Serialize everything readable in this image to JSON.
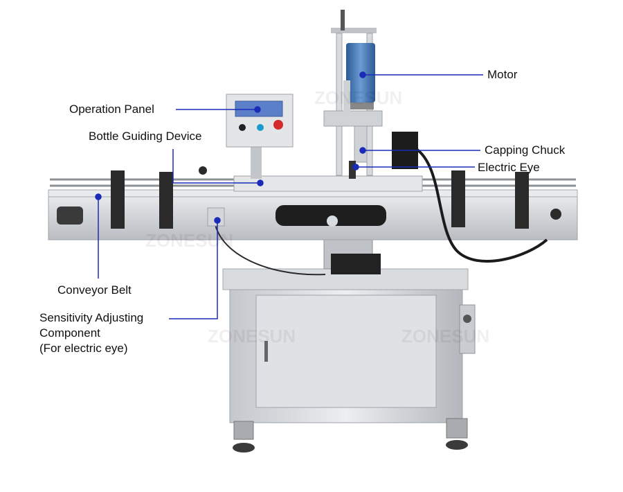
{
  "watermark": "ZONESUN",
  "callouts": {
    "motor": "Motor",
    "operation_panel": "Operation Panel",
    "bottle_guiding": "Bottle Guiding Device",
    "capping_chuck": "Capping Chuck",
    "electric_eye": "Electric Eye",
    "conveyor_belt": "Conveyor Belt",
    "sensitivity_line1": "Sensitivity Adjusting",
    "sensitivity_line2": "Component",
    "sensitivity_line3": "(For electric eye)"
  },
  "colors": {
    "callout_line": "#1a2bb8",
    "steel": "#cfd2d6",
    "steel_dark": "#9ea3a9",
    "motor_blue": "#3a6fb0"
  }
}
